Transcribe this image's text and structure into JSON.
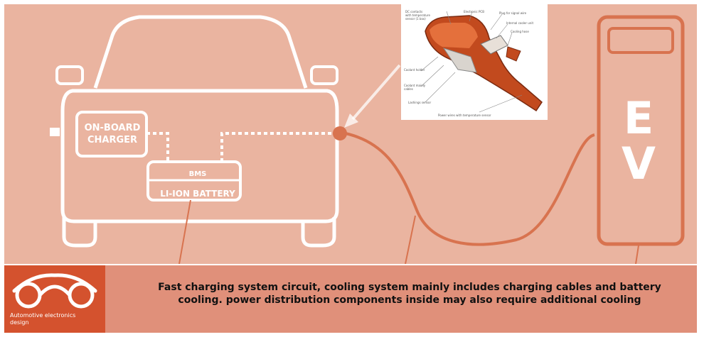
{
  "diagram": {
    "onboard_charger": "ON-BOARD\nCHARGER",
    "bms": "BMS",
    "battery": "LI-ION BATTERY",
    "ev_letters": [
      "E",
      "V"
    ]
  },
  "inset": {
    "callouts": [
      "DC contacts\nwith temperature\nsensor (1 box)",
      "Electronic PCB",
      "Plug for signal wire",
      "Internal cooler unit",
      "Cooling hose",
      "Coolant holder",
      "Coolant mainly\ncables",
      "Lashings sensor",
      "Power wires with temperature sensor"
    ]
  },
  "banner": {
    "logo_text": "Automotive electronics\ndesign",
    "caption": "Fast charging system circuit, cooling system mainly includes charging cables and battery cooling. power distribution components inside may also require additional cooling"
  },
  "colors": {
    "background": "#eab4a0",
    "line": "#d8734f",
    "outline": "#ffffff",
    "banner": "#e0907a",
    "logo_box": "#d4522e"
  }
}
